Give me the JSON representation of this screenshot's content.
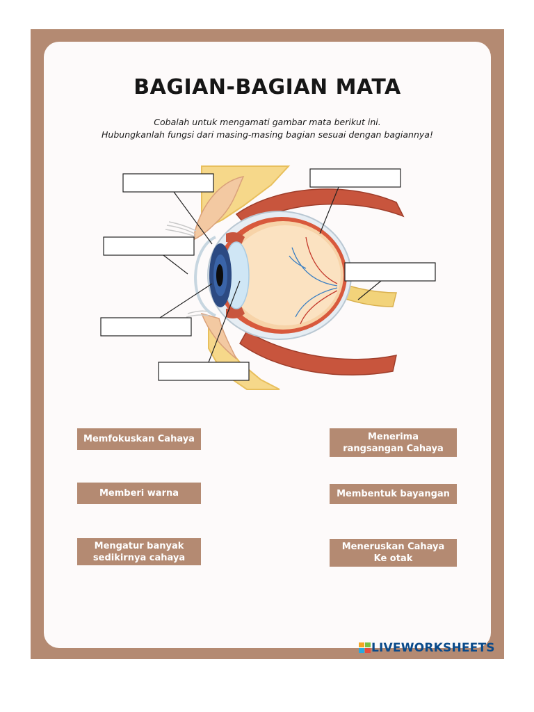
{
  "worksheet": {
    "title": "BAGIAN-BAGIAN MATA",
    "instruction_line1": "Cobalah untuk mengamati gambar mata berikut ini.",
    "instruction_line2": "Hubungkanlah fungsi dari masing-masing bagian sesuai dengan bagiannya!"
  },
  "functions_left": [
    "Memfokuskan Cahaya",
    "Memberi warna",
    "Mengatur banyak sedikirnya cahaya"
  ],
  "functions_right": [
    "Menerima rangsangan Cahaya",
    "Membentuk bayangan",
    "Meneruskan Cahaya Ke otak"
  ],
  "brand": {
    "name": "LIVEWORKSHEETS",
    "logo_icon": "liveworksheets-logo-icon"
  },
  "colors": {
    "frame": "#b48a72",
    "card": "#fdfafa",
    "button_text": "#ffffff",
    "brand_blue": "#0a4a8a"
  }
}
